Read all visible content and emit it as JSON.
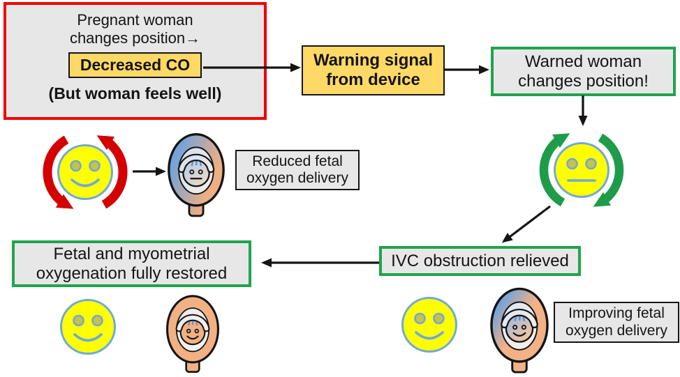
{
  "diagram": {
    "boxes": {
      "initial": {
        "line1": "Pregnant woman",
        "line2": "changes position→",
        "highlight": "Decreased CO",
        "note": "(But woman feels well)"
      },
      "warning": {
        "line1": "Warning signal",
        "line2": "from device"
      },
      "warned": {
        "line1": "Warned woman",
        "line2": "changes position!"
      },
      "reduced": {
        "line1": "Reduced fetal",
        "line2": "oxygen delivery"
      },
      "ivc": {
        "label": "IVC obstruction relieved"
      },
      "restored": {
        "line1": "Fetal and myometrial",
        "line2": "oxygenation fully restored"
      },
      "improving": {
        "line1": "Improving fetal",
        "line2": "oxygen delivery"
      }
    },
    "icons": {
      "mother_unaware": "happy-face-red-counterclockwise-rotation",
      "fetus_reduced": "fetus-womb-blue-orange-gradient",
      "mother_warned": "neutral-face-green-clockwise-rotation",
      "fetus_improving": "fetus-womb-orange-blue-patch",
      "mother_restored": "happy-face",
      "fetus_restored": "fetus-womb-orange"
    },
    "colors": {
      "alert_border": "#F20000",
      "success_border": "#1FA44D",
      "warning_fill": "#FFD966",
      "panel_fill": "#E8E7E7",
      "face_fill": "#FFFF00",
      "face_outline": "#6FA8DC",
      "rotation_red": "#D40000",
      "rotation_green": "#1E9C49",
      "womb_orange": "#F2B183",
      "womb_blue": "#74A3D9",
      "arrow_black": "#141414"
    }
  }
}
